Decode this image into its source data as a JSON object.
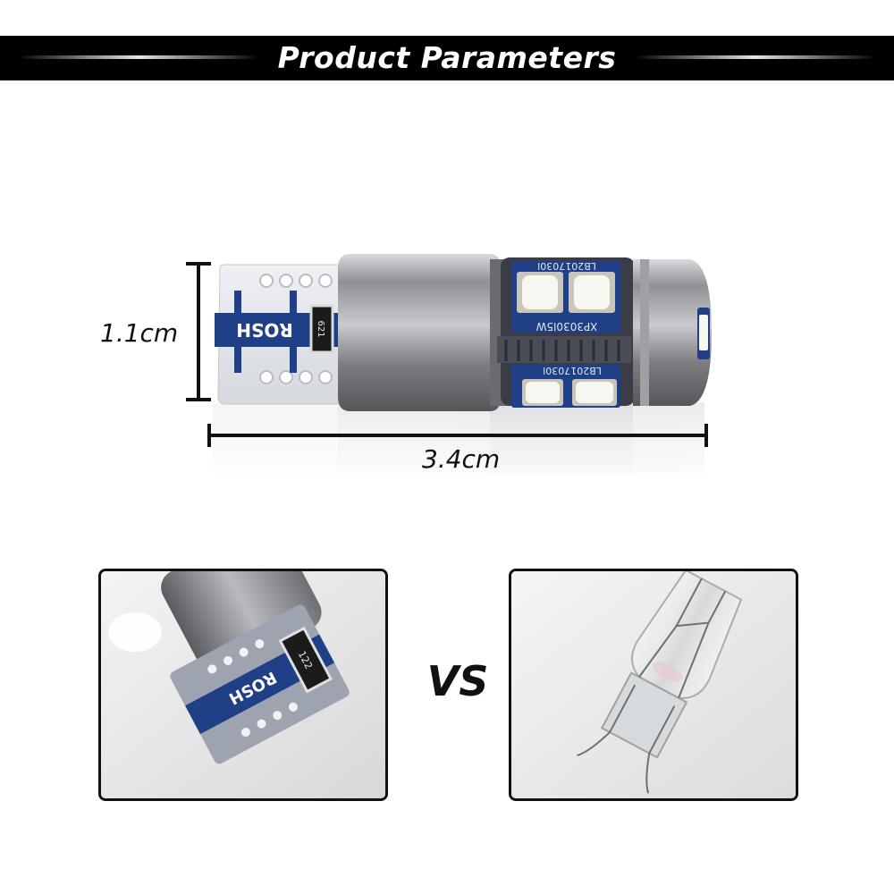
{
  "header": {
    "title": "Product Parameters"
  },
  "dimensions": {
    "height": "1.1cm",
    "length": "3.4cm"
  },
  "pcb_marking": {
    "brand": "ROSH",
    "resistor": "621",
    "resistor_closeup": "122"
  },
  "led_markings": {
    "top_back": "LB2017030l",
    "top_front": "XP3030l5W",
    "bottom_back": "LB2017030l"
  },
  "comparison": {
    "separator": "VS"
  },
  "colors": {
    "banner": "#000000",
    "pcb": "#1f3f86",
    "led": "#f7f7f2",
    "housing": "#a9aaad"
  }
}
